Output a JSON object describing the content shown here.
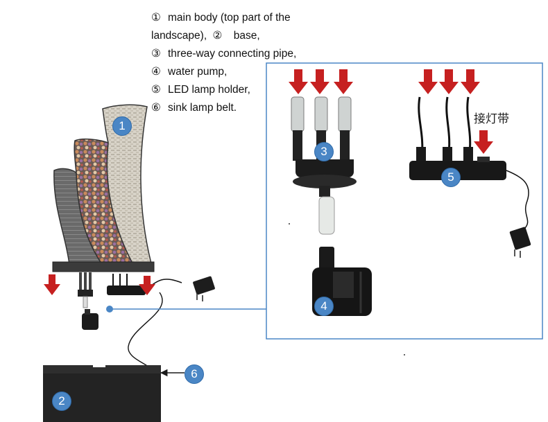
{
  "legend": {
    "line1_symbol": "①",
    "line1_text": "main body (top part of the",
    "line2_text": "landscape),",
    "line2_symbol": "②",
    "line2_text_b": "base,",
    "line3_symbol": "③",
    "line3_text": "three-way connecting pipe,",
    "line4_symbol": "④",
    "line4_text": "water pump,",
    "line5_symbol": "⑤",
    "line5_text": "LED lamp holder,",
    "line6_symbol": "⑥",
    "line6_text": "sink lamp belt."
  },
  "detail_label": "接灯带",
  "badges": {
    "b1": "1",
    "b2": "2",
    "b3": "3",
    "b4": "4",
    "b5": "5",
    "b6": "6"
  },
  "colors": {
    "badge": "#4a86c5",
    "arrow": "#c62020",
    "callout": "#4a86c5"
  }
}
